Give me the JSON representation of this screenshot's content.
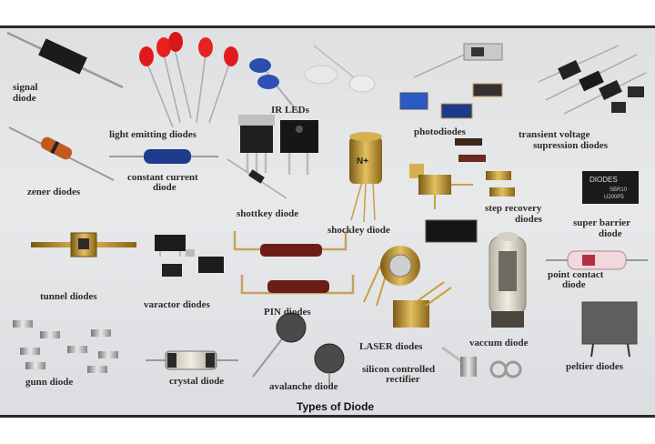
{
  "figure": {
    "title": "Types of Diode",
    "labels": {
      "signal_1": "signal",
      "signal_2": "diode",
      "led": "light emitting diodes",
      "ir_leds": "IR LEDs",
      "photodiodes": "photodiodes",
      "tvs_1": "transient  voltage",
      "tvs_2": "supression diodes",
      "zener": "zener diodes",
      "ccd_1": "constant current",
      "ccd_2": "diode",
      "schottky": "shottkey  diode",
      "shockley": "shockley  diode",
      "srd_1": "step  recovery",
      "srd_2": "diodes",
      "superbarrier_1": "super barrier",
      "superbarrier_2": "diode",
      "tunnel": "tunnel  diodes",
      "varactor": "varactor diodes",
      "pin": "PIN diodes",
      "pointcontact_1": "point contact",
      "pointcontact_2": "diode",
      "vacuum": "vaccum diode",
      "laser": "LASER diodes",
      "scr_1": "silicon controlled",
      "scr_2": "rectifier",
      "peltier": "peltier diodes",
      "gunn": "gunn diode",
      "crystal": "crystal diode",
      "avalanche": "avalanche diode"
    },
    "printed_marks": {
      "superbarrier_chip_1": "DIODES",
      "superbarrier_chip_2": "SBR10",
      "superbarrier_chip_3": "U200P5",
      "shockley_can": "N+"
    }
  }
}
